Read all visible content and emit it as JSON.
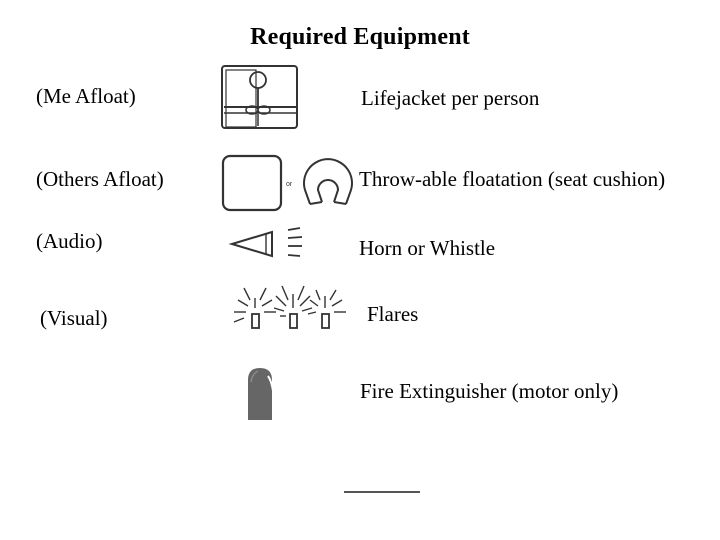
{
  "page": {
    "title": "Required Equipment"
  },
  "rows": [
    {
      "label": "(Me Afloat)",
      "description": "Lifejacket per person",
      "icon": "lifejacket-icon"
    },
    {
      "label": "(Others Afloat)",
      "description": "Throw-able floatation (seat cushion)",
      "icon": "seat-cushion-and-ring-buoy-icon",
      "connector": "or"
    },
    {
      "label": "(Audio)",
      "description": "Horn or Whistle",
      "icon": "horn-whistle-icon"
    },
    {
      "label": "(Visual)",
      "description": "Flares",
      "icon": "flares-icon"
    },
    {
      "label": "",
      "description": "Fire Extinguisher (motor only)",
      "icon": "fire-extinguisher-icon"
    }
  ],
  "colors": {
    "text": "#000000",
    "sketch": "#333333",
    "extinguisher": "#666666"
  }
}
